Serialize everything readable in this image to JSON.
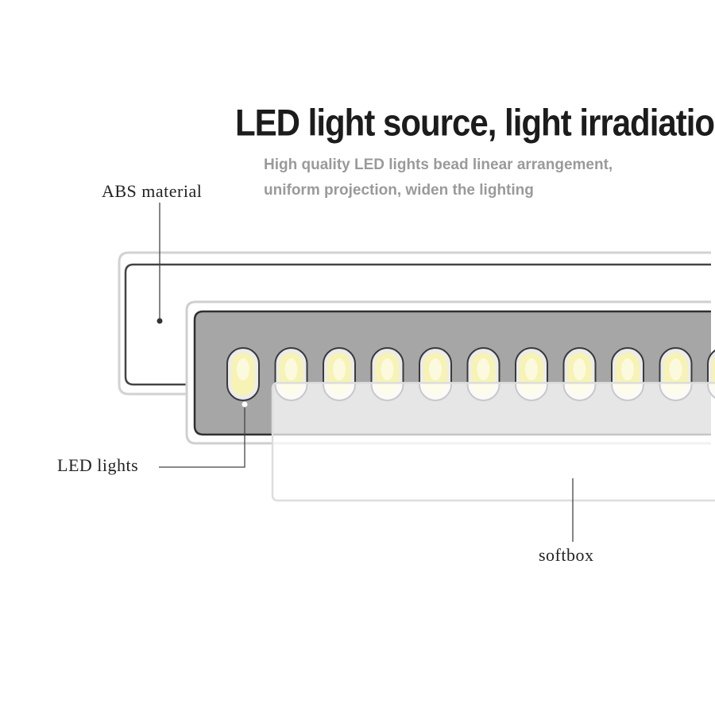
{
  "title": "LED light source, light irradiation",
  "subtitle": {
    "line1": "High quality LED lights bead linear arrangement,",
    "line2": "uniform projection, widen the lighting"
  },
  "labels": {
    "abs_material": "ABS material",
    "led_lights": "LED lights",
    "softbox": "softbox"
  },
  "colors": {
    "panel": "#a6a6a6",
    "bead_fill": "#f6f3b5",
    "bead_core": "#ffffff",
    "outline": "#3a3a3a",
    "softbox": "#f2f2f2"
  },
  "led_bead_count": 11
}
